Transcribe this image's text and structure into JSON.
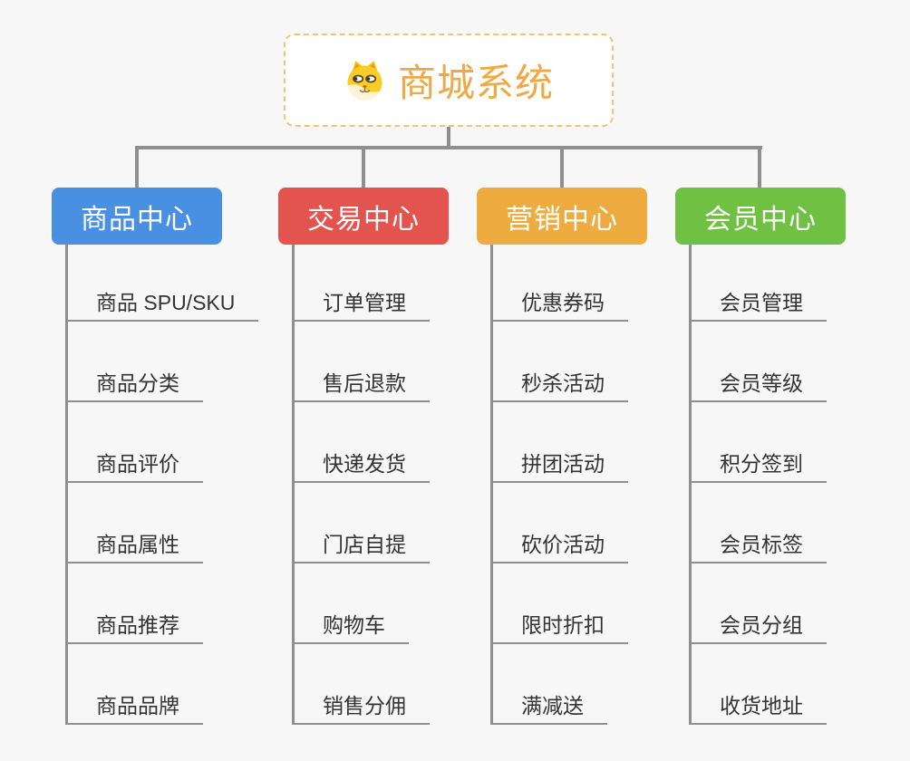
{
  "canvas": {
    "background": "#f7f7f7"
  },
  "root": {
    "title": "商城系统",
    "icon": "dog-face-icon",
    "title_color": "#f0a844",
    "border_color": "#f2c377"
  },
  "connector_color": "#8f8f8f",
  "item_text_color": "#333333",
  "branches": [
    {
      "label": "商品中心",
      "color": "#4a90e2",
      "items": [
        "商品 SPU/SKU",
        "商品分类",
        "商品评价",
        "商品属性",
        "商品推荐",
        "商品品牌"
      ]
    },
    {
      "label": "交易中心",
      "color": "#e4544f",
      "items": [
        "订单管理",
        "售后退款",
        "快递发货",
        "门店自提",
        "购物车",
        "销售分佣"
      ]
    },
    {
      "label": "营销中心",
      "color": "#eeac40",
      "items": [
        "优惠券码",
        "秒杀活动",
        "拼团活动",
        "砍价活动",
        "限时折扣",
        "满减送"
      ]
    },
    {
      "label": "会员中心",
      "color": "#6fc043",
      "items": [
        "会员管理",
        "会员等级",
        "积分签到",
        "会员标签",
        "会员分组",
        "收货地址"
      ]
    }
  ]
}
